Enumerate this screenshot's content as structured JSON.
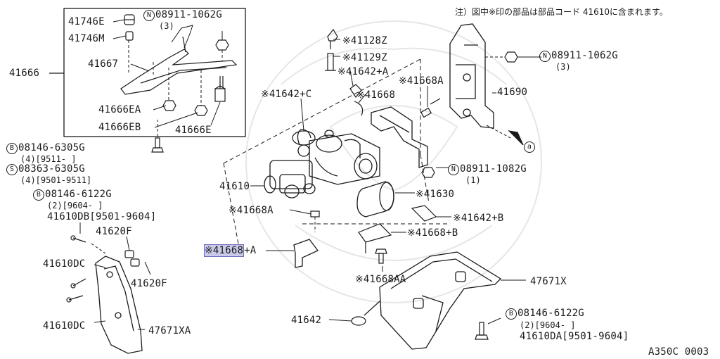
{
  "note": "注）図中※印の部品は部品コード 41610に含まれます。",
  "figure_code": "A350C 0003",
  "labels": {
    "p41746E": "41746E",
    "p41746M": "41746M",
    "n08911_1062G_a": "08911-1062G",
    "n08911_1062G_a_qty": "(3)",
    "p41666": "41666",
    "p41667": "41667",
    "p41666EA": "41666EA",
    "p41666EB": "41666EB",
    "p41666E": "41666E",
    "b08146_6305G": "08146-6305G",
    "b08146_6305G_note": "(4)[9511-    ]",
    "s08363_6305G": "08363-6305G",
    "s08363_6305G_note": "(4)[9501-9511]",
    "b08146_6122G_a": "08146-6122G",
    "b08146_6122G_a_note": "(2)[9604-    ]",
    "p41610DB": "41610DB[9501-9604]",
    "p41620F_a": "41620F",
    "p41610DC_a": "41610DC",
    "p41620F_b": "41620F",
    "p41610DC_b": "41610DC",
    "p47671XA": "47671XA",
    "p41128Z": "※41128Z",
    "p41129Z": "※41129Z",
    "p41642A": "※41642+A",
    "p41668": "※41668",
    "p41668A_top": "※41668A",
    "p41642C": "※41642+C",
    "n08911_1062G_b": "08911-1062G",
    "n08911_1062G_b_qty": "(3)",
    "p41690": "41690",
    "n08911_1082G": "08911-1082G",
    "n08911_1082G_qty": "(1)",
    "p41610": "41610",
    "p41630": "※41630",
    "p41668A_mid": "※41668A",
    "p41642B": "※41642+B",
    "p41668B": "※41668+B",
    "p41668A_hl_a": "※41668",
    "p41668A_hl_b": "+A",
    "p41668AA": "※41668AA",
    "p47671X": "47671X",
    "p41642": "41642",
    "b08146_6122G_b": "08146-6122G",
    "b08146_6122G_b_note": "(2)[9604-    ]",
    "p41610DA": "41610DA[9501-9604]",
    "ref_a": "a",
    "sym_N": "N",
    "sym_B": "B",
    "sym_S": "S"
  }
}
